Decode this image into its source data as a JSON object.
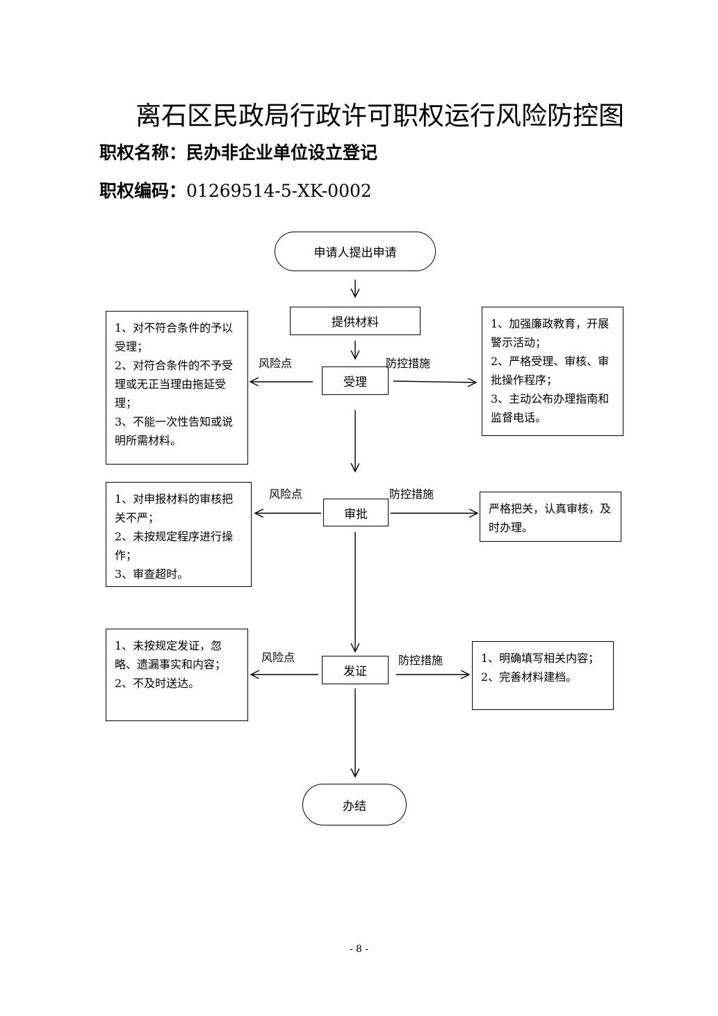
{
  "title": "离石区民政局行政许可职权运行风险防控图",
  "power_name_label": "职权名称：",
  "power_name": "民办非企业单位设立登记",
  "power_code_label": "职权编码：",
  "power_code": "01269514-5-XK-0002",
  "flow": {
    "start": "申请人提出申请",
    "materials": "提供材料",
    "accept": "受理",
    "approve": "审批",
    "issue": "发证",
    "end": "办结"
  },
  "labels": {
    "risk_point": "风险点",
    "control_measure": "防控措施"
  },
  "risks": {
    "accept": [
      "1、对不符合条件的予以受理；",
      "2、对符合条件的不予受理或无正当理由拖延受理；",
      "3、不能一次性告知或说明所需材料。"
    ],
    "approve": [
      "1、对申报材料的审核把关不严；",
      "2、未按规定程序进行操作；",
      "3、审查超时。"
    ],
    "issue": [
      "1、未按规定发证，忽略、遗漏事实和内容；",
      "2、不及时送达。"
    ]
  },
  "measures": {
    "accept": [
      "1、加强廉政教育，开展警示活动；",
      "2、严格受理、审核、审批操作程序；",
      "3、主动公布办理指南和监督电话。"
    ],
    "approve": [
      "严格把关，认真审核，及时办理。"
    ],
    "issue": [
      "1、明确填写相关内容；",
      "2、完善材料建档。"
    ]
  },
  "page_number": "- 8 -"
}
